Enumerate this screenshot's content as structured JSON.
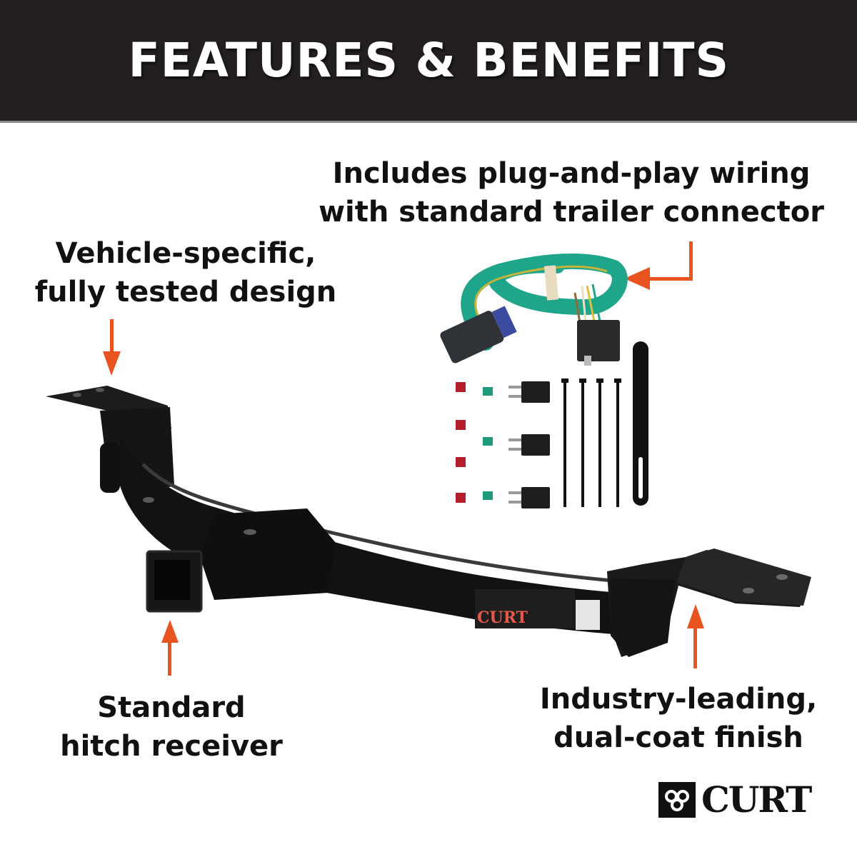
{
  "header": {
    "title": "FEATURES & BENEFITS"
  },
  "callouts": {
    "wiring": {
      "line1": "Includes plug-and-play wiring",
      "line2": "with standard trailer connector"
    },
    "design": {
      "line1": "Vehicle-specific,",
      "line2": "fully tested design"
    },
    "receiver": {
      "line1": "Standard",
      "line2": "hitch receiver"
    },
    "finish": {
      "line1": "Industry-leading,",
      "line2": "dual-coat finish"
    }
  },
  "product": {
    "hitch_label": "CURT",
    "kit_items": [
      "wiring-harness",
      "4-way-flat-connector",
      "fuses",
      "relays",
      "cable-ties",
      "tie-strap"
    ]
  },
  "brand": {
    "logo_text": "CURT"
  },
  "colors": {
    "header_bg": "#231f20",
    "arrow": "#e8531f",
    "text": "#111111",
    "wire_green": "#1fa58a",
    "fuse_red": "#b3202c",
    "fuse_green": "#1f9a7a"
  }
}
